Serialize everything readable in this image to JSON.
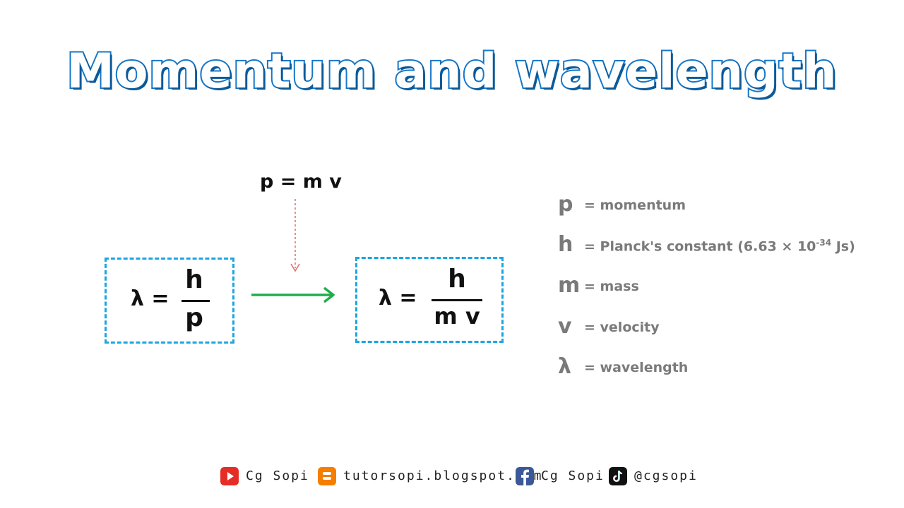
{
  "title": "Momentum and wavelength",
  "left_formula": {
    "lhs": "λ =",
    "numerator": "h",
    "denominator": "p"
  },
  "substitution": "p = m v",
  "right_formula": {
    "lhs": "λ =",
    "numerator": "h",
    "denominator": "m v"
  },
  "legend": [
    {
      "symbol": "p",
      "description": "= momentum"
    },
    {
      "symbol": "h",
      "description": "= Planck's constant (6.63 × 10",
      "exponent": "-34",
      "suffix": " Js)"
    },
    {
      "symbol": "m",
      "description": "= mass"
    },
    {
      "symbol": "v",
      "description": "= velocity"
    },
    {
      "symbol": "λ",
      "description": "= wavelength"
    }
  ],
  "footer": [
    {
      "icon": "youtube-icon",
      "label": "Cg Sopi",
      "color": "#e52d27"
    },
    {
      "icon": "blogger-icon",
      "label": "tutorsopi.blogspot.com",
      "color": "#f57d00"
    },
    {
      "icon": "facebook-icon",
      "label": "Cg Sopi",
      "color": "#3b5998"
    },
    {
      "icon": "tiktok-icon",
      "label": "@cgsopi",
      "color": "#111111"
    }
  ],
  "colors": {
    "title_fill": "#ffffff",
    "title_outline": "#1677c8",
    "box_border": "#1aa6e0",
    "main_arrow": "#1fae4b",
    "sub_arrow": "#e26a6a",
    "legend_text": "#7a7a7a"
  }
}
